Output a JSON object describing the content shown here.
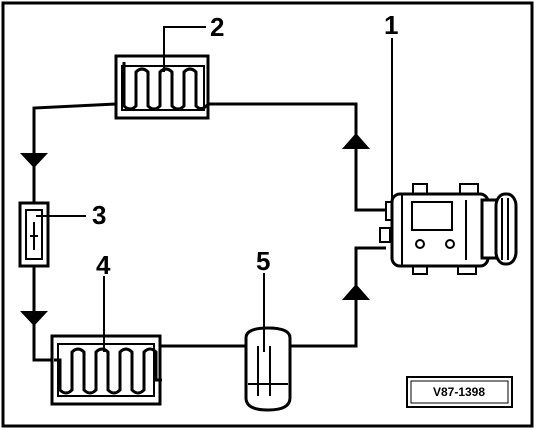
{
  "callouts": {
    "compressor": "1",
    "condenser": "2",
    "expansion_valve": "3",
    "evaporator": "4",
    "receiver_drier": "5"
  },
  "reference_code": "V87-1398",
  "colors": {
    "ink": "#000000",
    "paper": "#ffffff"
  }
}
